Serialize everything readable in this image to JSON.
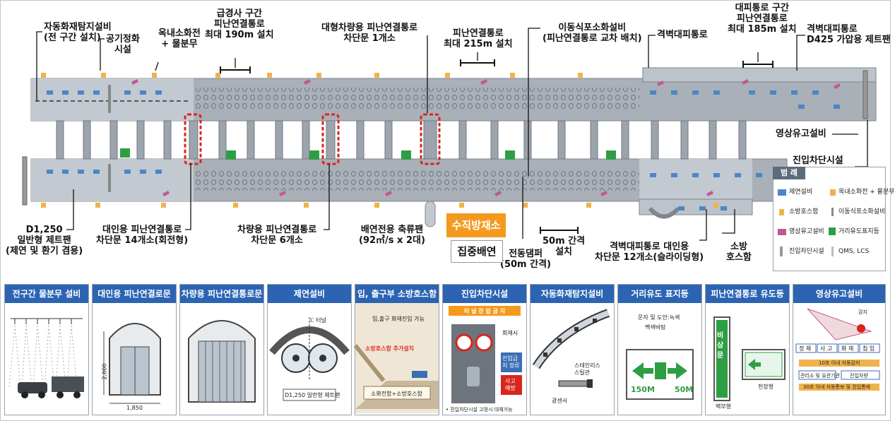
{
  "callouts": {
    "fire_detection": [
      "자동화재탐지설비",
      "(전 구간 설치)"
    ],
    "air_purification": [
      "공기정화",
      "시설"
    ],
    "hydrant": [
      "옥내소화전",
      "+ 물분무"
    ],
    "steep_section": [
      "급경사 구간",
      "피난연결통로",
      "최대 190m 설치"
    ],
    "large_vehicle_door": [
      "대형차량용 피난연결통로",
      "차단문 1개소"
    ],
    "evac_215": [
      "피난연결통로",
      "최대 215m 설치"
    ],
    "mobile_extinguisher": [
      "이동식포소화설비",
      "(피난연결통로 교차 배치)"
    ],
    "bulkhead": [
      "격벽대피통로"
    ],
    "shelter_section": [
      "대피통로 구간",
      "피난연결통로",
      "최대 185m 설치"
    ],
    "bulkhead_fan": [
      "격벽대피통로",
      "D425 가압용 제트팬"
    ],
    "cctv": [
      "영상유고설비"
    ],
    "entry_block": [
      "진입차단시설"
    ],
    "jetfan_1250": [
      "D1,250",
      "일반형 제트팬",
      "(제연 및 환기 겸용)"
    ],
    "person_door": [
      "대인용 피난연결통로",
      "차단문 14개소(회전형)"
    ],
    "vehicle_door": [
      "차량용 피난연결통로",
      "차단문 6개소"
    ],
    "smoke_fan": [
      "배연전용 축류팬",
      "(92㎥/s x 2대)"
    ],
    "damper": [
      "전동댐퍼",
      "(50m 간격)"
    ],
    "interval": [
      "50m 간격",
      "설치"
    ],
    "bulkhead_person": [
      "격벽대피통로 대인용",
      "차단문 12개소(슬라이딩형)"
    ],
    "fire_box": [
      "소방",
      "호스함"
    ],
    "vertical_badge": "수직방재소",
    "central_badge": "집중배연"
  },
  "legend": {
    "title": "범 례",
    "items": [
      "제연설비",
      "옥내소화전 + 물분무",
      "소방호스함",
      "이동식포소화설비",
      "영상유고설비",
      "거리유도표지등",
      "진입차단시설",
      "QMS, LCS"
    ]
  },
  "panels": [
    {
      "title": "전구간 물분무 설비",
      "texts": []
    },
    {
      "title": "대인용 피난연결로문",
      "texts": [
        "2,000",
        "1,850"
      ]
    },
    {
      "title": "차량용 피난연결통로문",
      "texts": []
    },
    {
      "title": "제연설비",
      "texts": [
        "ℂ 터널",
        "D1,250 일반형 제트팬"
      ]
    },
    {
      "title": "입, 출구부 소방호스함",
      "texts": [
        "입,출구 화재진입 가능",
        "소방호스함 추가설치",
        "소화전함+소방호스함"
      ]
    },
    {
      "title": "진입차단시설",
      "texts": [
        "터 널 진 입 금 지",
        "회재시",
        "진입금지 정류",
        "사고 예방",
        "• 진입차단시설 고정시 대체가능"
      ]
    },
    {
      "title": "자동화재탐지설비",
      "texts": [
        "스테인리스",
        "스틸관",
        "광센서"
      ]
    },
    {
      "title": "거리유도 표지등",
      "texts": [
        "문자 및 도안:녹색",
        "백색바탕",
        "150M",
        "50M"
      ]
    },
    {
      "title": "피난연결통로 유도등",
      "texts": [
        "비 상 문",
        "벽부형",
        "천장형"
      ]
    },
    {
      "title": "영상유고설비",
      "texts": [
        "감지",
        "정 체",
        "사 고",
        "화 재",
        "침 입",
        "10초 이내 자동감지",
        "관리소 및 유관기관",
        "진입차량",
        "30초 이내 자동통보 및 진입통제"
      ]
    }
  ],
  "colors": {
    "tunnel_gray": "#a9b0b8",
    "panel_blue": "#2c64b3",
    "badge_orange": "#f39a1e",
    "door_red": "#d8261e",
    "marker_green": "#2e9e45",
    "pink_cctv": "#c05a8e"
  }
}
